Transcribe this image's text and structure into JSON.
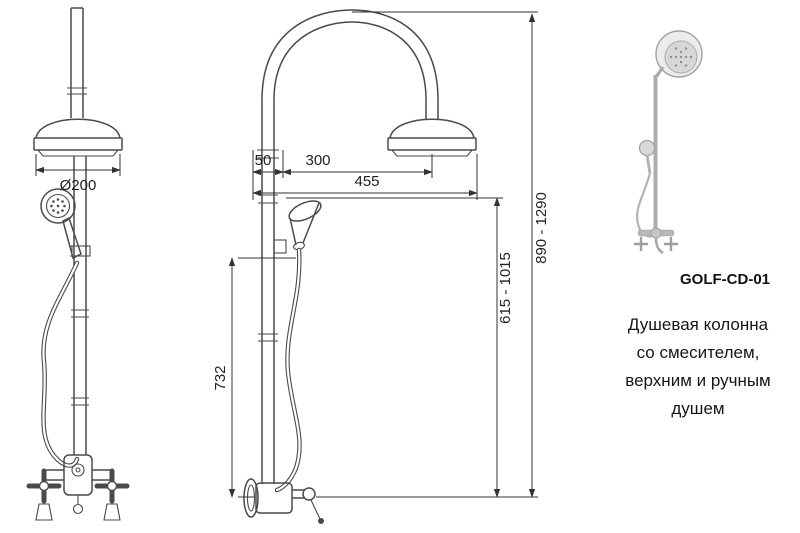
{
  "drawing": {
    "dim_head_diameter": "Ø200",
    "dim_wall_offset": "50",
    "dim_arm_reach": "300",
    "dim_total_reach": "455",
    "dim_hose_height": "732",
    "dim_column_height": "615 - 1015",
    "dim_total_height": "890 - 1290"
  },
  "product": {
    "code": "GOLF-CD-01",
    "description": [
      "Душевая колонна",
      "со смесителем,",
      "верхним и ручным душем"
    ]
  }
}
